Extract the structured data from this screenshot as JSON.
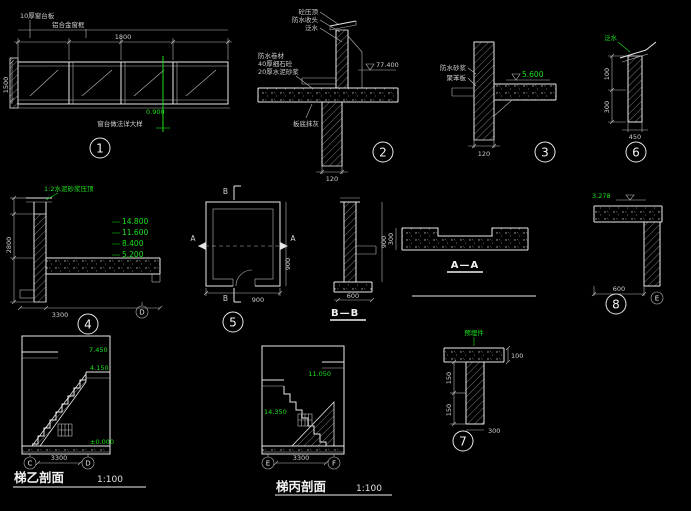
{
  "colors": {
    "background": "#000000",
    "linework": "#e8e8e8",
    "dimension_text": "#cfcfcf",
    "elevation_green": "#1ae01a",
    "title_text": "#f2f2f2"
  },
  "d1": {
    "num": "1",
    "notes_top": [
      "10厚窗台板",
      "铝合金窗框"
    ],
    "dim_top": "1800",
    "dim_left": "1500",
    "elev": "0.900",
    "note_bottom": "窗台做法详大样"
  },
  "d2": {
    "num": "2",
    "notes_top": [
      "砼压顶",
      "防水收头",
      "泛水"
    ],
    "notes_left": [
      "防水卷材",
      "40厚细石砼",
      "20厚水泥砂浆"
    ],
    "elev": "77.400",
    "dim": "120",
    "note_bottom": "板底抹灰"
  },
  "d3": {
    "num": "3",
    "notes_left": [
      "防水砂浆",
      "聚苯板"
    ],
    "elev": "5.600",
    "dim": "120"
  },
  "d6": {
    "num": "6",
    "note_top": "泛水",
    "dims_left": [
      "100",
      "300"
    ],
    "dim_bottom": "450"
  },
  "d4": {
    "num": "4",
    "note_top": "1:2水泥砂浆压顶",
    "elevs": [
      "14.800",
      "11.600",
      "8.400",
      "5.200"
    ],
    "dim_left": "2800",
    "dim_bottom": "3300",
    "axis": "D"
  },
  "d5": {
    "num": "5",
    "mark_top": "B",
    "mark_bottom": "B",
    "mark_left": "A",
    "mark_right": "A",
    "dim_bottom": "900",
    "dim_right": "900"
  },
  "bb": {
    "label": "B—B",
    "dim_right": "900",
    "dim_bottom": "600"
  },
  "aa": {
    "label": "A—A",
    "dim_left": "300"
  },
  "d8": {
    "num": "8",
    "elev": "3.278",
    "dim_bottom": "600",
    "axis": "E"
  },
  "d7": {
    "num": "7",
    "note_top": "预埋件",
    "dim_top": "100",
    "dims_left": [
      "150",
      "150"
    ],
    "dim_bottom": "300"
  },
  "stair_b": {
    "title": "梯乙剖面",
    "scale": "1:100",
    "elevs": [
      "7.450",
      "4.150",
      "±0.000"
    ],
    "dim_bottom": "3300",
    "axes": [
      "C",
      "D"
    ]
  },
  "stair_c": {
    "title": "梯丙剖面",
    "scale": "1:100",
    "elevs": [
      "14.350",
      "11.050"
    ],
    "dim_bottom": "3300",
    "axes": [
      "E",
      "F"
    ]
  }
}
